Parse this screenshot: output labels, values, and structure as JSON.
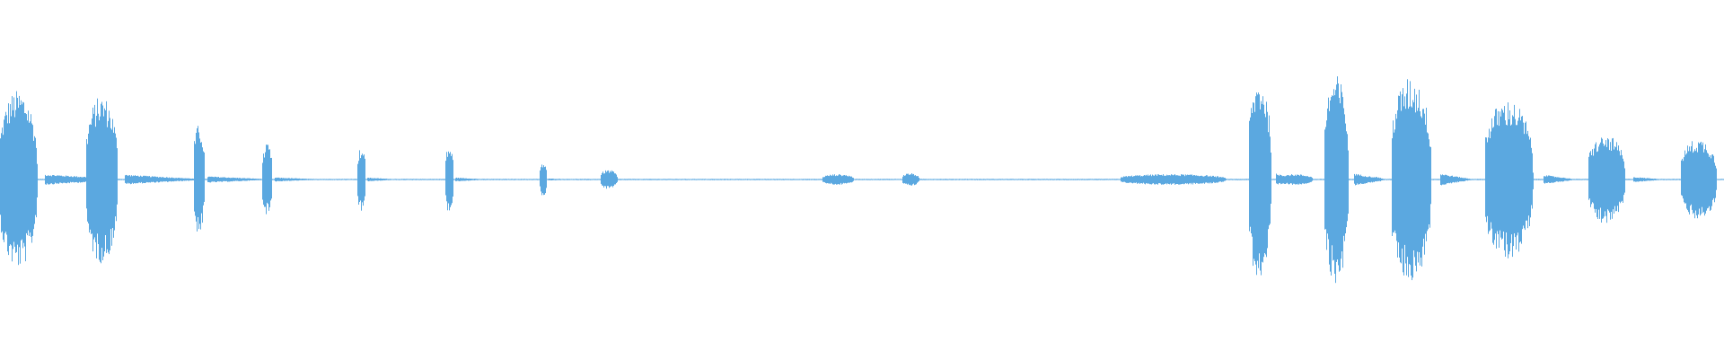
{
  "waveform": {
    "color": "#5ba8e0",
    "background": "#ffffff",
    "baseline_amplitude": 0.006,
    "bursts": [
      {
        "time": 0.0,
        "duration": 0.026,
        "amplitude": 0.83,
        "decay_tail": 0.05
      },
      {
        "time": 0.05,
        "duration": 0.022,
        "amplitude": 0.78,
        "decay_tail": 0.05
      },
      {
        "time": 0.112,
        "duration": 0.008,
        "amplitude": 0.51,
        "decay_tail": 0.04
      },
      {
        "time": 0.152,
        "duration": 0.007,
        "amplitude": 0.33,
        "decay_tail": 0.03
      },
      {
        "time": 0.207,
        "duration": 0.006,
        "amplitude": 0.3,
        "decay_tail": 0.02
      },
      {
        "time": 0.258,
        "duration": 0.006,
        "amplitude": 0.31,
        "decay_tail": 0.02
      },
      {
        "time": 0.313,
        "duration": 0.005,
        "amplitude": 0.16,
        "decay_tail": 0.02
      },
      {
        "time": 0.348,
        "duration": 0.012,
        "amplitude": 0.09,
        "decay_tail": 0.01
      },
      {
        "time": 0.477,
        "duration": 0.022,
        "amplitude": 0.05,
        "decay_tail": 0.01
      },
      {
        "time": 0.523,
        "duration": 0.012,
        "amplitude": 0.06,
        "decay_tail": 0.01
      },
      {
        "time": 0.65,
        "duration": 0.074,
        "amplitude": 0.05,
        "decay_tail": 0.02
      },
      {
        "time": 0.724,
        "duration": 0.016,
        "amplitude": 0.93,
        "decay_tail": 0.02
      },
      {
        "time": 0.74,
        "duration": 0.026,
        "amplitude": 0.05,
        "decay_tail": 0.01
      },
      {
        "time": 0.768,
        "duration": 0.017,
        "amplitude": 0.97,
        "decay_tail": 0.02
      },
      {
        "time": 0.785,
        "duration": 0.02,
        "amplitude": 0.03,
        "decay_tail": 0.01
      },
      {
        "time": 0.807,
        "duration": 0.028,
        "amplitude": 0.95,
        "decay_tail": 0.02
      },
      {
        "time": 0.861,
        "duration": 0.034,
        "amplitude": 0.74,
        "decay_tail": 0.02
      },
      {
        "time": 0.921,
        "duration": 0.026,
        "amplitude": 0.41,
        "decay_tail": 0.02
      },
      {
        "time": 0.975,
        "duration": 0.025,
        "amplitude": 0.38,
        "decay_tail": 0.0
      }
    ]
  }
}
